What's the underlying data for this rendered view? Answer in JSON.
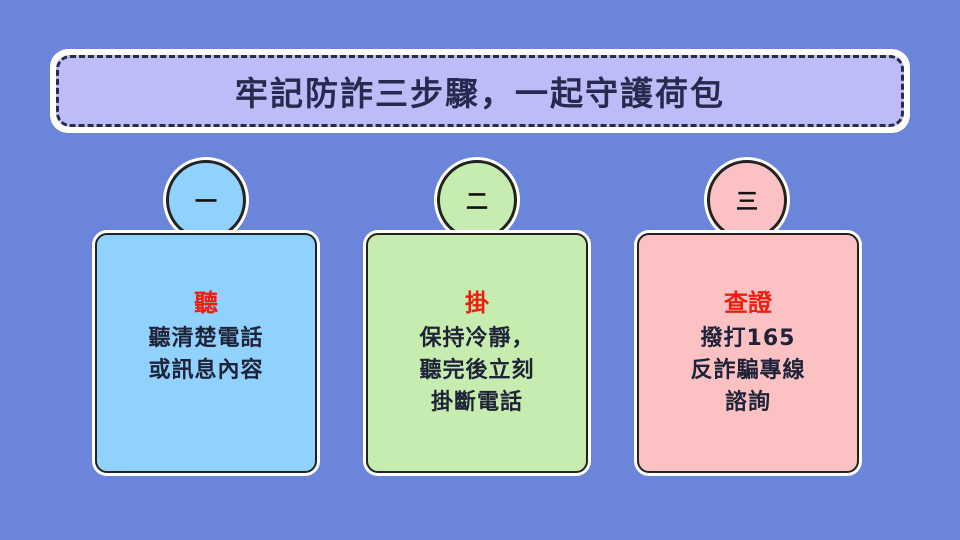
{
  "title": "牢記防詐三步驟，一起守護荷包",
  "steps": [
    {
      "number": "一",
      "heading": "聽",
      "lines": [
        "聽清楚電話",
        "或訊息內容"
      ]
    },
    {
      "number": "二",
      "heading": "掛",
      "lines": [
        "保持冷靜，",
        "聽完後立刻",
        "掛斷電話"
      ]
    },
    {
      "number": "三",
      "heading": "查證",
      "lines": [
        "撥打165",
        "反詐騙專線",
        "諮詢"
      ]
    }
  ],
  "colors": {
    "background": "#6a85da",
    "title_fill": "#bcbdf8",
    "step1_fill": "#90d1fe",
    "step2_fill": "#c6ecb0",
    "step3_fill": "#fbc1c3",
    "heading_red": "#ee1d10"
  }
}
